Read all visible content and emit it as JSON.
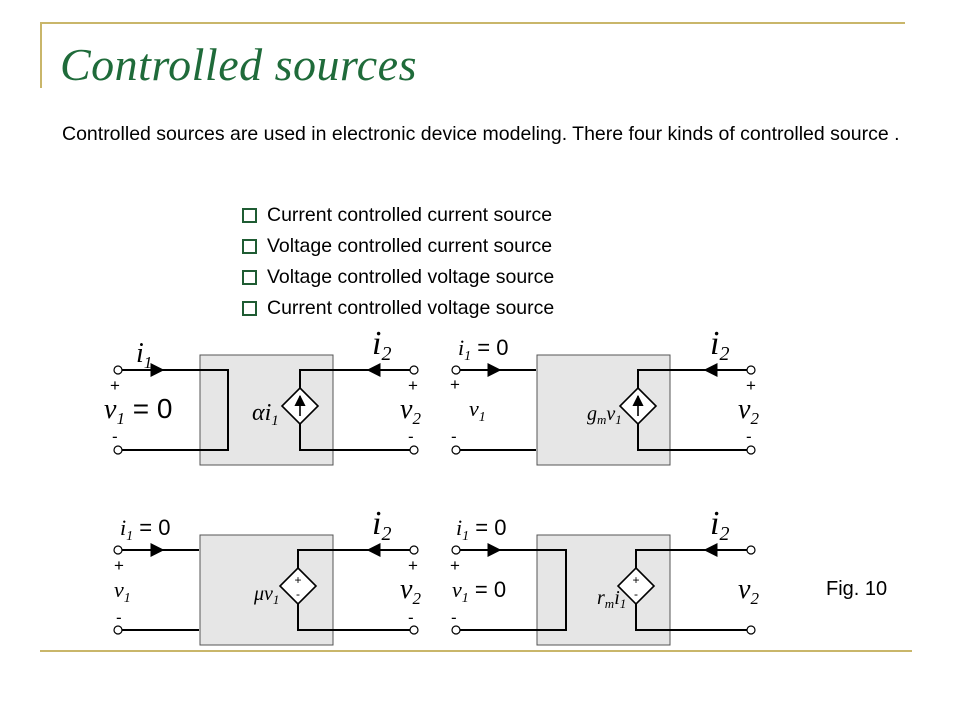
{
  "slide": {
    "title": "Controlled sources",
    "intro": "Controlled sources are used in electronic device modeling. There four kinds of controlled source .",
    "bullets": [
      "Current controlled current source",
      "Voltage controlled current source",
      "Voltage controlled voltage source",
      "Current controlled voltage source"
    ],
    "figure_label": "Fig. 10"
  },
  "circuits": {
    "cccs": {
      "i_in": "i",
      "i_in_sub": "1",
      "v_in": "v",
      "v_in_sub": "1",
      "v_in_eq": " = 0",
      "source": "αi",
      "source_sub": "1",
      "i_out": "i",
      "i_out_sub": "2",
      "v_out": "v",
      "v_out_sub": "2"
    },
    "vccs": {
      "i_in": "i",
      "i_in_sub": "1",
      "i_in_eq": " = 0",
      "v_in": "v",
      "v_in_sub": "1",
      "source": "g",
      "source_m": "m",
      "source_v": "v",
      "source_sub": "1",
      "i_out": "i",
      "i_out_sub": "2",
      "v_out": "v",
      "v_out_sub": "2"
    },
    "vcvs": {
      "i_in": "i",
      "i_in_sub": "1",
      "i_in_eq": " = 0",
      "v_in": "v",
      "v_in_sub": "1",
      "source": "μv",
      "source_sub": "1",
      "i_out": "i",
      "i_out_sub": "2",
      "v_out": "v",
      "v_out_sub": "2"
    },
    "ccvs": {
      "i_in": "i",
      "i_in_sub": "1",
      "i_in_eq": " = 0",
      "v_in": "v",
      "v_in_sub": "1",
      "v_in_eq": " = 0",
      "source": "r",
      "source_m": "m",
      "source_i": "i",
      "source_sub": "1",
      "i_out": "i",
      "i_out_sub": "2",
      "v_out": "v",
      "v_out_sub": "2"
    }
  },
  "symbols": {
    "plus": "+",
    "minus": "-"
  },
  "colors": {
    "title": "#1f6b3a",
    "frame": "#c9b66a",
    "box_fill": "#e6e6e6"
  }
}
